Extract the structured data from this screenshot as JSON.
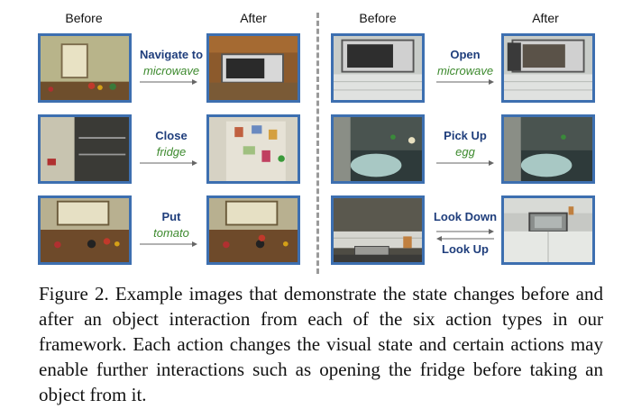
{
  "headers": [
    "Before",
    "After",
    "Before",
    "After"
  ],
  "actions": [
    {
      "verb": "Navigate to",
      "object": "microwave"
    },
    {
      "verb": "Close",
      "object": "fridge"
    },
    {
      "verb": "Put",
      "object": "tomato"
    },
    {
      "verb": "Open",
      "object": "microwave"
    },
    {
      "verb": "Pick Up",
      "object": "egg"
    },
    {
      "verb": "Look Down",
      "verb2": "Look Up"
    }
  ],
  "caption": "Figure 2. Example images that demonstrate the state changes before and after an object interaction from each of the six action types in our framework. Each action changes the visual state and certain actions may enable further interactions such as opening the fridge before taking an object from it.",
  "colors": {
    "frame": "#3d6fb0",
    "verb": "#1f3e7c",
    "object": "#3d8a2e"
  }
}
